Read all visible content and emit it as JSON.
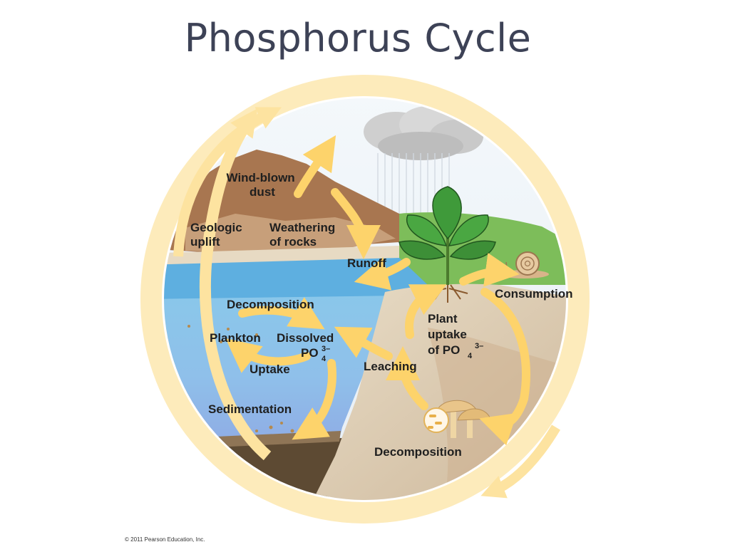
{
  "title": "Phosphorus Cycle",
  "labels": {
    "wind_blown_dust": [
      "Wind-blown",
      "dust"
    ],
    "geologic_uplift": [
      "Geologic",
      "uplift"
    ],
    "weathering": [
      "Weathering",
      "of rocks"
    ],
    "runoff": "Runoff",
    "consumption": "Consumption",
    "decomposition_water": "Decomposition",
    "plankton": "Plankton",
    "dissolved": "Dissolved",
    "po4_main": "PO",
    "po4_sub": "4",
    "po4_sup": "3–",
    "plant_uptake": [
      "Plant",
      "uptake",
      "of PO"
    ],
    "leaching": "Leaching",
    "uptake": "Uptake",
    "sedimentation": "Sedimentation",
    "decomposition_soil": "Decomposition"
  },
  "copyright": "© 2011 Pearson Education, Inc.",
  "colors": {
    "arrow": "#fdd36b",
    "ring": "#fde9b2",
    "water": "#6fb6df",
    "deep_water": "#88b7e6",
    "rock": "#a5754e",
    "soil": "#d8c6aa",
    "leaf": "#3f9a3a"
  }
}
